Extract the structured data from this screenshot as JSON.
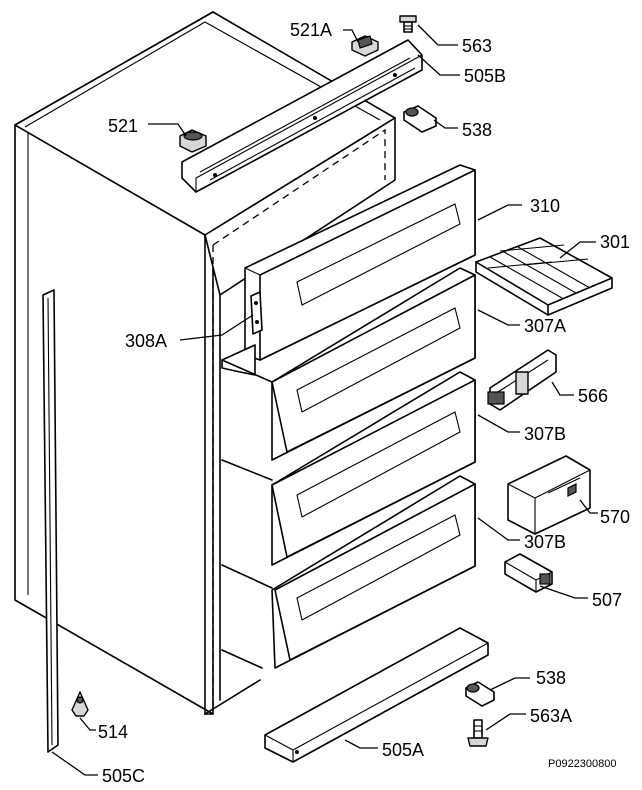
{
  "labels": {
    "l521a": "521A",
    "l563": "563",
    "l505b": "505B",
    "l521": "521",
    "l538top": "538",
    "l310": "310",
    "l301": "301",
    "l308a": "308A",
    "l307a": "307A",
    "l566": "566",
    "l307b1": "307B",
    "l570": "570",
    "l307b2": "307B",
    "l507": "507",
    "l538bot": "538",
    "l563a": "563A",
    "l514": "514",
    "l505a": "505A",
    "l505c": "505C"
  },
  "reference": "P0922300800"
}
